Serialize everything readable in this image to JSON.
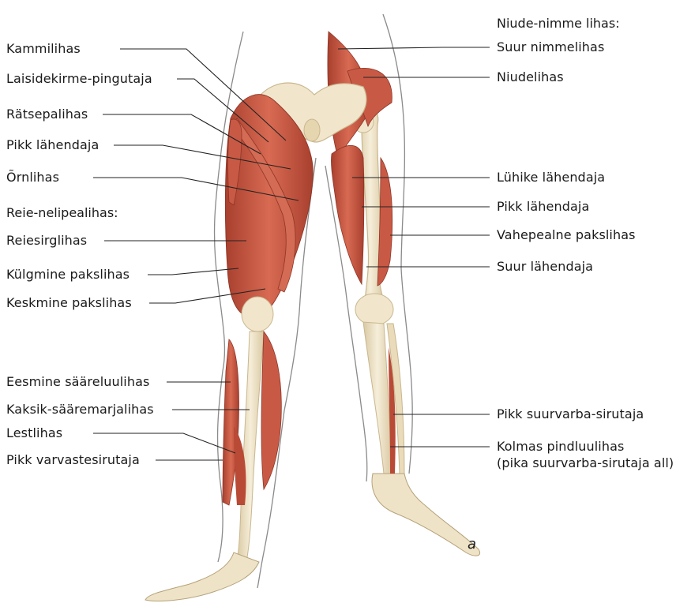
{
  "left_labels": [
    "Kammilihas",
    "Laisidekirme-pingutaja",
    "Rätsepalihas",
    "Pikk lähendaja",
    "Õrnlihas",
    "Reiesirglihas",
    "Külgmine pakslihas",
    "Keskmine pakslihas",
    "Eesmine sääreluulihas",
    "Kaksik-sääremarjalihas",
    "Lestlihas",
    "Pikk varvastesirutaja"
  ],
  "left_header": "Reie-nelipealihas:",
  "right_header": "Niude-nimme lihas:",
  "right_labels": [
    "Suur nimmelihas",
    "Niudelihas",
    "Lühike lähendaja",
    "Pikk lähendaja",
    "Vahepealne pakslihas",
    "Suur lähendaja",
    "Pikk suurvarba-sirutaja",
    "Kolmas pindluulihas",
    "(pika suurvarba-sirutaja all)"
  ],
  "panel_letter": "a",
  "colors": {
    "muscle": "#c85a45",
    "muscle_dark": "#a8402f",
    "muscle_light": "#e08a72",
    "bone": "#efe3c7",
    "bone_edge": "#c9b78f",
    "tendon": "#e8dcc6",
    "outline": "#8a8a8a",
    "leader": "#222222"
  }
}
